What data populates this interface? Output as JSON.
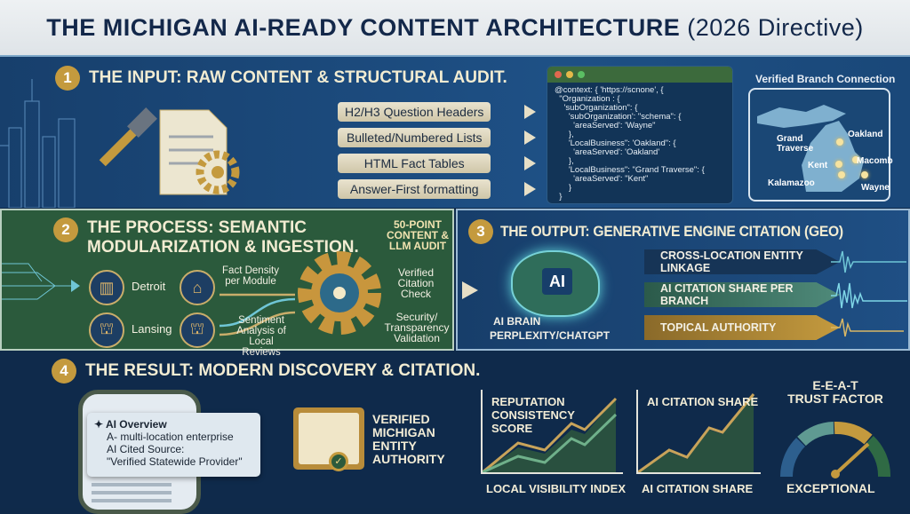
{
  "title": {
    "main": "THE MICHIGAN AI-READY CONTENT ARCHITECTURE",
    "sub": "(2026 Directive)"
  },
  "input": {
    "number": "1",
    "heading": "THE INPUT: RAW CONTENT & STRUCTURAL AUDIT.",
    "items": [
      "H2/H3 Question Headers",
      "Bulleted/Numbered Lists",
      "HTML Fact Tables",
      "Answer-First formatting"
    ],
    "code": "@context: { 'https://scnone', {\n  \"Organization : {\n    'subOrganization\": {\n      'subOrganization': \"schema\": {\n        'areaServed': 'Wayne\"\n      },\n      'LocalBusiness\": 'Oakland\": {\n        'areaServed': 'Oakland'\n      },\n      'LocalBusiness\": \"Grand Traverse\": {\n        'areaServed': \"Kent\"\n      }\n  }",
    "map_title": "Verified Branch Connection",
    "map_labels": [
      "Grand Traverse",
      "Oakland",
      "Kent",
      "Macomb",
      "Kalamazoo",
      "Wayne"
    ]
  },
  "process": {
    "number": "2",
    "heading_line1": "THE PROCESS: SEMANTIC",
    "heading_line2": "MODULARIZATION & INGESTION.",
    "cities": [
      "Detroit",
      "Lansing"
    ],
    "fact_density": "Fact Density per Module",
    "sentiment": "Sentiment Analysis of Local Reviews",
    "audit_title": "50-POINT CONTENT & LLM AUDIT",
    "audit_items": [
      "Verified Citation Check",
      "Security/ Transparency Validation"
    ]
  },
  "output": {
    "number": "3",
    "heading": "THE OUTPUT: GENERATIVE ENGINE CITATION (GEO)",
    "brain_label": "AI",
    "brain_caption1": "AI BRAIN",
    "brain_caption2": "PERPLEXITY/CHATGPT",
    "streams": [
      "CROSS-LOCATION ENTITY LINKAGE",
      "AI CITATION SHARE PER BRANCH",
      "TOPICAL AUTHORITY"
    ]
  },
  "result": {
    "number": "4",
    "heading": "THE RESULT: MODERN DISCOVERY & CITATION.",
    "overview_title": "AI Overview",
    "overview_lines": [
      "A- multi-location enterprise",
      "AI Cited Source:",
      "\"Verified Statewide Provider\""
    ],
    "cert_label": "VERIFIED MICHIGAN ENTITY AUTHORITY",
    "chart1_title": "REPUTATION CONSISTENCY SCORE",
    "chart1_caption": "LOCAL VISIBILITY INDEX",
    "chart2_title": "AI CITATION SHARE",
    "chart2_caption": "AI CITATION SHARE",
    "gauge_title1": "E-E-A-T",
    "gauge_title2": "TRUST FACTOR",
    "gauge_caption": "EXCEPTIONAL"
  },
  "colors": {
    "gold": "#c49a3e",
    "green": "#2b5a3c",
    "blue": "#1e5085",
    "navy": "#0f2a4b"
  }
}
